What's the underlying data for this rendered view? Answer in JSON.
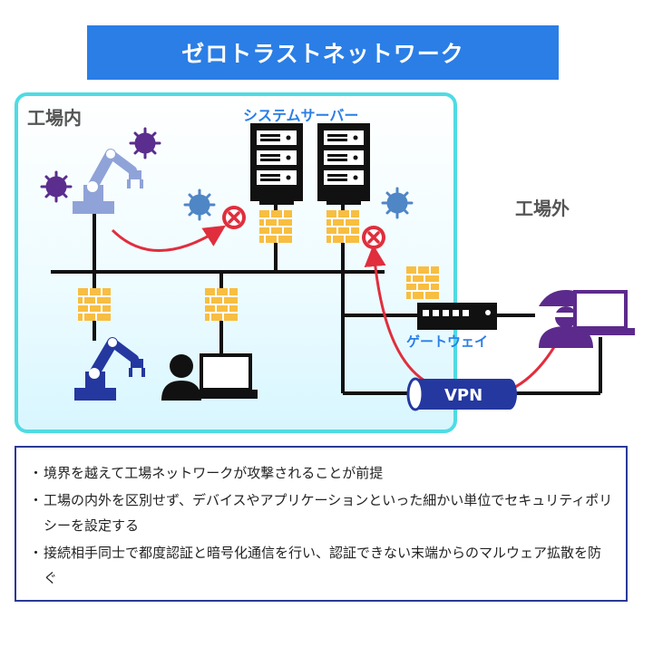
{
  "title": "ゼロトラストネットワーク",
  "labels": {
    "inside_factory": "工場内",
    "outside_factory": "工場外",
    "system_server": "システムサーバー",
    "gateway": "ゲートウェイ",
    "vpn": "VPN"
  },
  "notes": [
    "境界を越えて工場ネットワークが攻撃されることが前提",
    "工場の内外を区別せず、デバイスやアプリケーションといった細かい単位でセキュリティポリシーを設定する",
    "接続相手同士で都度認証と暗号化通信を行い、認証できない末端からのマルウェア拡散を防ぐ"
  ],
  "bullet": "・",
  "colors": {
    "title_bg": "#2a7ee6",
    "factory_border": "#4fdbe3",
    "firewall": "#f7be42",
    "block_icon": "#e02e3d",
    "attack_arrow": "#e02e3d",
    "virus_purple": "#5b2d8e",
    "virus_blue": "#4f86c6",
    "robot_light": "#8fa3d8",
    "robot_dark": "#2438a0",
    "hacker": "#5c2a8c",
    "notes_border": "#2a3a96"
  },
  "icons": [
    "robot-arm-icon",
    "virus-icon",
    "server-icon",
    "firewall-icon",
    "block-icon",
    "person-laptop-icon",
    "gateway-icon",
    "hacker-icon",
    "laptop-icon",
    "vpn-tunnel-icon"
  ]
}
